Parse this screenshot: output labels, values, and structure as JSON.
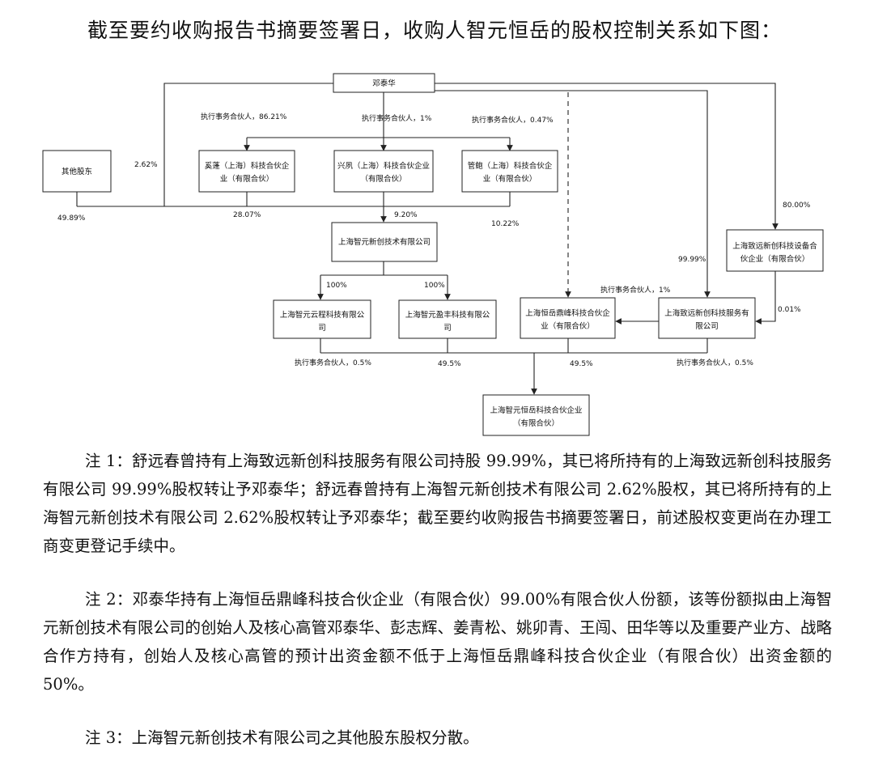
{
  "heading": "截至要约收购报告书摘要签署日，收购人智元恒岳的股权控制关系如下图：",
  "diagram": {
    "nodes": {
      "deng": "邓泰华",
      "others": "其他股东",
      "xiben": "奚蓬（上海）科技合伙企业（有限合伙）",
      "xingfeng": "兴夙（上海）科技合伙企业（有限合伙）",
      "guanxian": "管鲍（上海）科技合伙企业（有限合伙）",
      "zhiyuan": "上海智元新创技术有限公司",
      "zhiyuan_sbfz": "上海致远新创科技设备合伙企业（有限合伙）",
      "yuncheng": "上海智元云程科技有限公司",
      "yingfeng": "上海智元盈丰科技有限公司",
      "hengyue_dingfeng": "上海恒岳鼎峰科技合伙企业（有限合伙）",
      "zhiyuan_fw": "上海致远新创科技服务有限公司",
      "hengyue": "上海智元恒岳科技合伙企业（有限合伙）"
    },
    "labels": {
      "gp_8621": "执行事务合伙人，86.21%",
      "gp_1_top": "执行事务合伙人，1%",
      "gp_047": "执行事务合伙人，0.47%",
      "p262": "2.62%",
      "p4989": "49.89%",
      "p2807": "28.07%",
      "p920": "9.20%",
      "p1022": "10.22%",
      "p8000": "80.00%",
      "p9999": "99.99%",
      "gp_1_mid": "执行事务合伙人，1%",
      "p001": "0.01%",
      "p100_a": "100%",
      "p100_b": "100%",
      "gp_05_left": "执行事务合伙人，0.5%",
      "p495_a": "49.5%",
      "p495_b": "49.5%",
      "gp_05_right": "执行事务合伙人，0.5%"
    }
  },
  "notes": [
    "注 1：舒远春曾持有上海致远新创科技服务有限公司持股 99.99%，其已将所持有的上海致远新创科技服务有限公司 99.99%股权转让予邓泰华；舒远春曾持有上海智元新创技术有限公司 2.62%股权，其已将所持有的上海智元新创技术有限公司 2.62%股权转让予邓泰华；截至要约收购报告书摘要签署日，前述股权变更尚在办理工商变更登记手续中。",
    "注 2：邓泰华持有上海恒岳鼎峰科技合伙企业（有限合伙）99.00%有限合伙人份额，该等份额拟由上海智元新创技术有限公司的创始人及核心高管邓泰华、彭志辉、姜青松、姚卯青、王闯、田华等以及重要产业方、战略合作方持有，创始人及核心高管的预计出资金额不低于上海恒岳鼎峰科技合伙企业（有限合伙）出资金额的 50%。",
    "注 3：上海智元新创技术有限公司之其他股东股权分散。"
  ]
}
